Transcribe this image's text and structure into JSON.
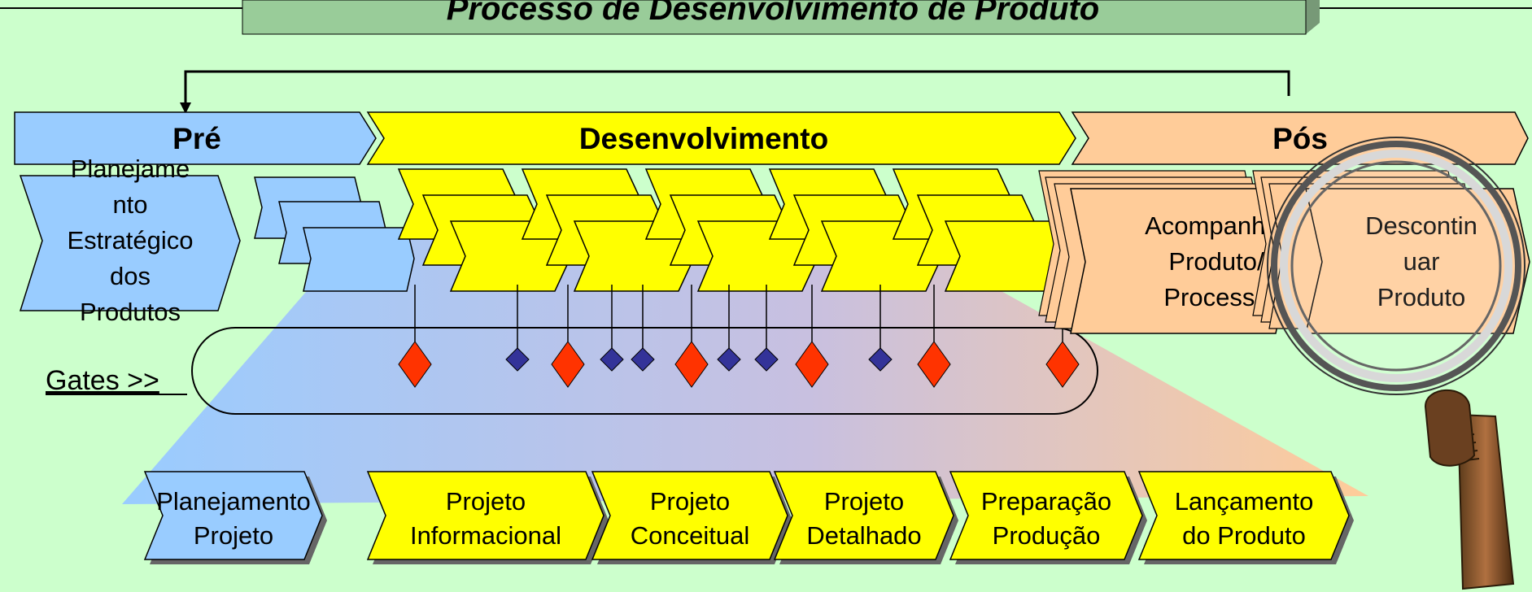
{
  "title": "Processo de Desenvolvimento de Produto",
  "macro_phases": [
    {
      "label": "Pré",
      "color": "#99ccff"
    },
    {
      "label": "Desenvolvimento",
      "color": "#ffff00"
    },
    {
      "label": "Pós",
      "color": "#ffcc99"
    }
  ],
  "pre_activity": [
    "Planejame",
    "nto",
    "Estratégico",
    "dos",
    "Produtos"
  ],
  "post_activities": [
    [
      "Acompanhar",
      "Produto/",
      "Processo"
    ],
    [
      "Descontin",
      "uar",
      "Produto"
    ]
  ],
  "gates_label": "Gates >>",
  "phases": [
    {
      "lines": [
        "Planejamento",
        "Projeto"
      ],
      "color": "#99ccff"
    },
    {
      "lines": [
        "Projeto",
        "Informacional"
      ],
      "color": "#ffff00"
    },
    {
      "lines": [
        "Projeto",
        "Conceitual"
      ],
      "color": "#ffff00"
    },
    {
      "lines": [
        "Projeto",
        "Detalhado"
      ],
      "color": "#ffff00"
    },
    {
      "lines": [
        "Preparação",
        "Produção"
      ],
      "color": "#ffff00"
    },
    {
      "lines": [
        "Lançamento",
        "do Produto"
      ],
      "color": "#ffff00"
    }
  ],
  "colors": {
    "background": "#ccffcc",
    "title_bar": "#99cc99",
    "gate_red": "#ff3300",
    "gate_blue": "#333399",
    "pre": "#99ccff",
    "dev": "#ffff00",
    "post": "#ffcc99"
  }
}
